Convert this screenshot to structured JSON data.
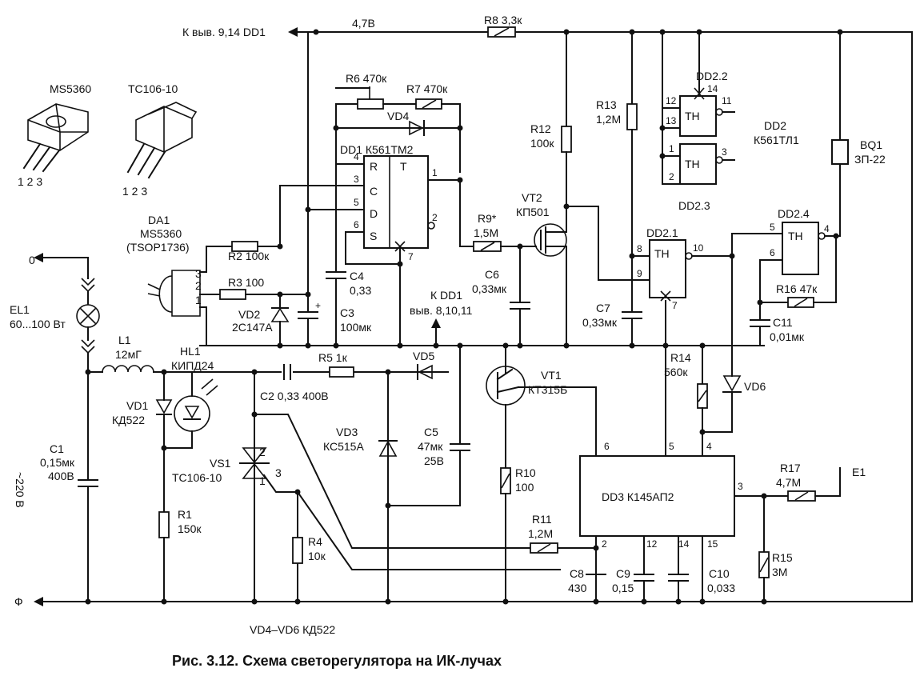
{
  "caption": "Рис. 3.12. Схема светорегулятора на ИК-лучах",
  "nets": {
    "top_ref": "К выв. 9,14 DD1",
    "top_voltage": "4,7В",
    "out_zero": "0",
    "out_phase": "Ф",
    "mains": "~220 В",
    "to_dd1": "К DD1",
    "to_dd1_pins": "выв. 8,10,11",
    "diode_note": "VD4–VD6 КД522"
  },
  "packages": {
    "ms_name": "MS5360",
    "ms_pins": "1 2 3",
    "tc_name": "ТС106-10",
    "tc_pins": "1 2 3"
  },
  "components": {
    "da1_ref": "DA1",
    "da1_type": "MS5360",
    "da1_alt": "(TSOP1736)",
    "el1_ref": "EL1",
    "el1_val": "60...100 Вт",
    "l1_ref": "L1",
    "l1_val": "12мГ",
    "hl1_ref": "HL1",
    "hl1_type": "КИПД24",
    "vd1_ref": "VD1",
    "vd1_type": "КД522",
    "c1_ref": "C1",
    "c1_val": "0,15мк",
    "c1_volt": "400В",
    "r1_ref": "R1",
    "r1_val": "150к",
    "c2": "C2 0,33 400В",
    "r5": "R5 1к",
    "vd5": "VD5",
    "vs1_ref": "VS1",
    "vs1_type": "ТС106-10",
    "vs1_p1": "1",
    "vs1_p2": "2",
    "vs1_p3": "3",
    "r4_ref": "R4",
    "r4_val": "10к",
    "vd3_ref": "VD3",
    "vd3_type": "КС515А",
    "c5_ref": "C5",
    "c5_val": "47мк",
    "c5_volt": "25В",
    "r2": "R2 100к",
    "r3": "R3 100",
    "vd2_ref": "VD2",
    "vd2_type": "2С147А",
    "c4_ref": "C4",
    "c4_val": "0,33",
    "c3_ref": "C3",
    "c3_val": "100мк",
    "r6": "R6 470к",
    "r7": "R7 470к",
    "vd4": "VD4",
    "dd1_title": "DD1 К561ТМ2",
    "dd1_R": "R",
    "dd1_C": "C",
    "dd1_D": "D",
    "dd1_S": "S",
    "dd1_T": "T",
    "dd1_p4": "4",
    "dd1_p3": "3",
    "dd1_p5": "5",
    "dd1_p6": "6",
    "dd1_p1": "1",
    "dd1_p2": "2",
    "dd1_p7": "7",
    "r8": "R8 3,3к",
    "r9_ref": "R9*",
    "r9_val": "1,5М",
    "vt2_ref": "VT2",
    "vt2_type": "КП501",
    "r12_ref": "R12",
    "r12_val": "100к",
    "c6_ref": "C6",
    "c6_val": "0,33мк",
    "r13_ref": "R13",
    "r13_val": "1,2М",
    "c7_ref": "C7",
    "c7_val": "0,33мк",
    "dd22_ref": "DD2.2",
    "dd22_p14": "14",
    "dd22_p12": "12",
    "dd22_p13": "13",
    "dd22_p11": "11",
    "dd23_ref": "DD2.3",
    "dd23_p1": "1",
    "dd23_p2": "2",
    "dd23_p3": "3",
    "dd2_ref": "DD2",
    "dd2_type": "К561ТЛ1",
    "th": "ТН",
    "bq1_ref": "BQ1",
    "bq1_type": "ЗП-22",
    "dd24_ref": "DD2.4",
    "dd24_p5": "5",
    "dd24_p6": "6",
    "dd24_p4": "4",
    "dd21_ref": "DD2.1",
    "dd21_p8": "8",
    "dd21_p9": "9",
    "dd21_p10": "10",
    "dd21_p7": "7",
    "r16": "R16 47к",
    "c11_ref": "C11",
    "c11_val": "0,01мк",
    "vt1_ref": "VT1",
    "vt1_type": "КТ315Б",
    "r14_ref": "R14",
    "r14_val": "560к",
    "vd6": "VD6",
    "r10_ref": "R10",
    "r10_val": "100",
    "r11_ref": "R11",
    "r11_val": "1,2М",
    "dd3": "DD3 К145АП2",
    "dd3_p6": "6",
    "dd3_p5": "5",
    "dd3_p4": "4",
    "dd3_p3": "3",
    "dd3_p2": "2",
    "dd3_p12": "12",
    "dd3_p14": "14",
    "dd3_p15": "15",
    "c8_ref": "C8",
    "c8_val": "430",
    "c9_ref": "C9",
    "c9_val": "0,15",
    "c10_ref": "C10",
    "c10_val": "0,033",
    "r15_ref": "R15",
    "r15_val": "3М",
    "r17_ref": "R17",
    "r17_val": "4,7М",
    "e1": "E1"
  }
}
